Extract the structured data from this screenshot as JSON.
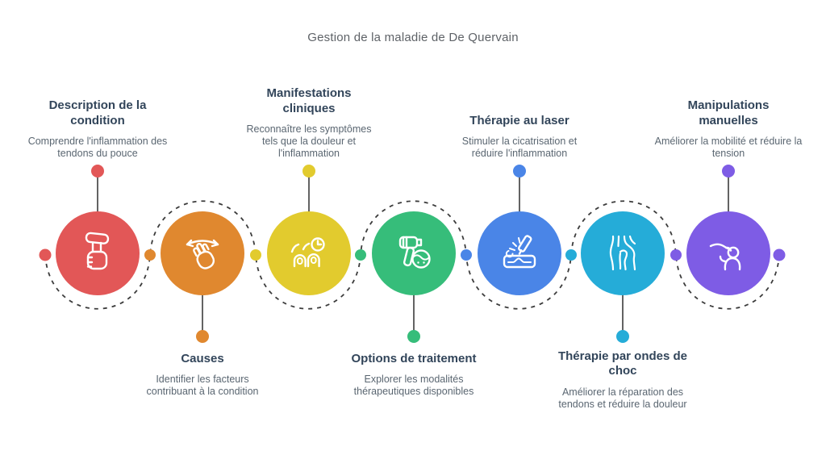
{
  "title": "Gestion de la maladie de De Quervain",
  "colors": {
    "title_text": "#5e6267",
    "heading_text": "#32455a",
    "body_text": "#5a6671",
    "connector": "#3c3c3c",
    "icon_stroke": "#ffffff"
  },
  "end_dot_color": "#7e5ce5",
  "steps": [
    {
      "heading": "Description de la condition",
      "description": "Comprendre l'inflammation des tendons du pouce",
      "color": "#e25757",
      "icon": "hand-thumb-splint-icon",
      "label_position": "top"
    },
    {
      "heading": "Causes",
      "description": "Identifier les facteurs contribuant à la condition",
      "color": "#e0882f",
      "icon": "waving-hand-motion-icon",
      "label_position": "bottom"
    },
    {
      "heading": "Manifestations cliniques",
      "description": "Reconnaître les symptômes tels que la douleur et l'inflammation",
      "color": "#e2cb2e",
      "icon": "fingers-clock-icon",
      "label_position": "top"
    },
    {
      "heading": "Options de traitement",
      "description": "Explorer les modalités thérapeutiques disponibles",
      "color": "#36bd7a",
      "icon": "massage-gun-icon",
      "label_position": "bottom"
    },
    {
      "heading": "Thérapie au laser",
      "description": "Stimuler la cicatrisation et réduire l'inflammation",
      "color": "#4a85e7",
      "icon": "laser-pen-icon",
      "label_position": "top"
    },
    {
      "heading": "Thérapie par ondes de choc",
      "description": "Améliorer la réparation des tendons et réduire la douleur",
      "color": "#25acd8",
      "icon": "knee-tendon-icon",
      "label_position": "bottom"
    },
    {
      "heading": "Manipulations manuelles",
      "description": "Améliorer la mobilité et réduire la tension",
      "color": "#7e5ce5",
      "icon": "manual-massage-icon",
      "label_position": "top"
    }
  ]
}
